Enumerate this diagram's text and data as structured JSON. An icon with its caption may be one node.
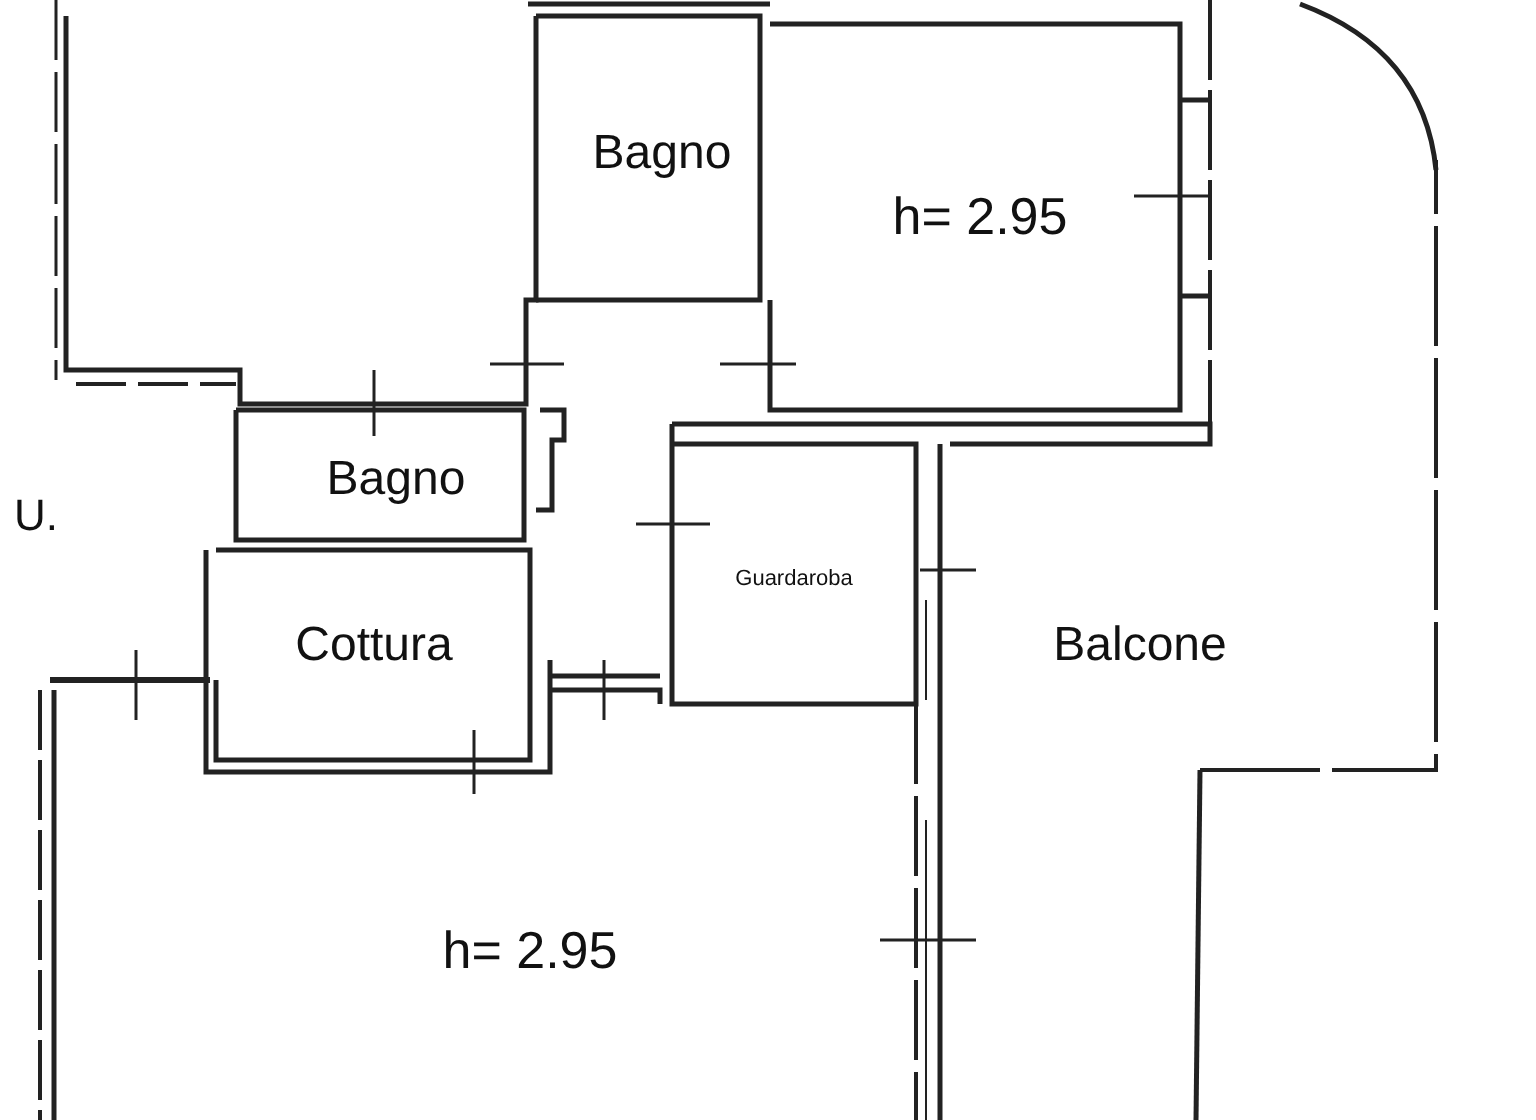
{
  "diagram": {
    "labels": [
      "Bagno",
      "h= 2.95",
      "Bagno",
      "U.",
      "Guardaroba",
      "Cottura",
      "Balcone",
      "h= 2.95"
    ]
  }
}
